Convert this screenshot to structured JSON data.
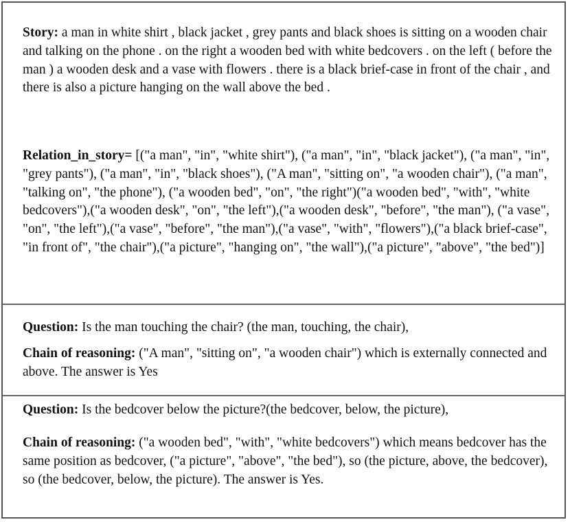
{
  "story": {
    "label": "Story:",
    "text": " a man in white shirt , black jacket , grey pants and black shoes is sitting on a wooden chair and talking on the phone . on the right a wooden bed with white bedcovers . on the left ( before the man ) a wooden desk and a vase with flowers . there is a black brief-case in front of the chair , and there is also a picture hanging on the wall above the bed ."
  },
  "relation": {
    "label": "Relation_in_story=",
    "text": " [(\"a man\", \"in\", \"white shirt\"), (\"a man\", \"in\", \"black jacket\"), (\"a man\", \"in\", \"grey pants\"), (\"a man\", \"in\", \"black shoes\"), (\"A man\", \"sitting on\", \"a wooden chair\"), (\"a man\", \"talking on\", \"the phone\"), (\"a wooden bed\", \"on\", \"the right\")(\"a wooden bed\", \"with\", \"white bedcovers\"),(\"a wooden desk\", \"on\", \"the left\"),(\"a wooden desk\", \"before\", \"the man\"), (\"a vase\", \"on\", \"the left\"),(\"a vase\", \"before\", \"the man\"),(\"a vase\", \"with\", \"flowers\"),(\"a black brief-case\", \"in front of\", \"the chair\"),(\"a picture\", \"hanging on\", \"the wall\"),(\"a picture\", \"above\", \"the bed\")]"
  },
  "example1": {
    "question_label": "Question:",
    "question_text": " Is the man touching the chair? (the man, touching, the chair),",
    "chain_label": "Chain of reasoning:",
    "chain_text": " (\"A man\", \"sitting on\", \"a wooden chair\") which is externally connected and above. The answer is Yes"
  },
  "example2": {
    "question_label": "Question:",
    "question_text": " Is the bedcover below the picture?(the bedcover, below, the picture),",
    "chain_label": "Chain of reasoning:",
    "chain_text": " (\"a wooden bed\", \"with\", \"white bedcovers\") which means bedcover has the same position as bedcover, (\"a picture\", \"above\", \"the bed\"), so (the picture, above, the bedcover), so (the bedcover, below, the picture). The answer is  Yes."
  }
}
